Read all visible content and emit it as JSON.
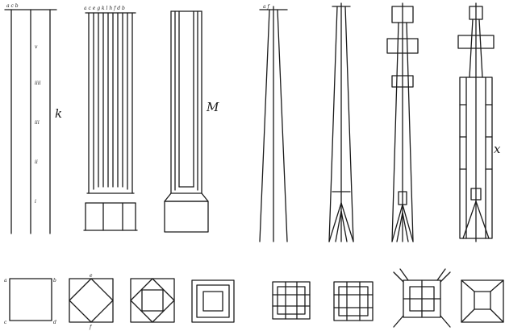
{
  "labels": {
    "k": "k",
    "m": "M",
    "x": "x",
    "top1": "a   c    b",
    "top2": "a c e g k  l h f d b",
    "top3": "a    f"
  },
  "square_corners": [
    "a",
    "b",
    "c",
    "d"
  ],
  "square_mids": [
    "e",
    "f"
  ],
  "numerals": [
    "v",
    "iiii",
    "iii",
    "ii",
    "i"
  ]
}
